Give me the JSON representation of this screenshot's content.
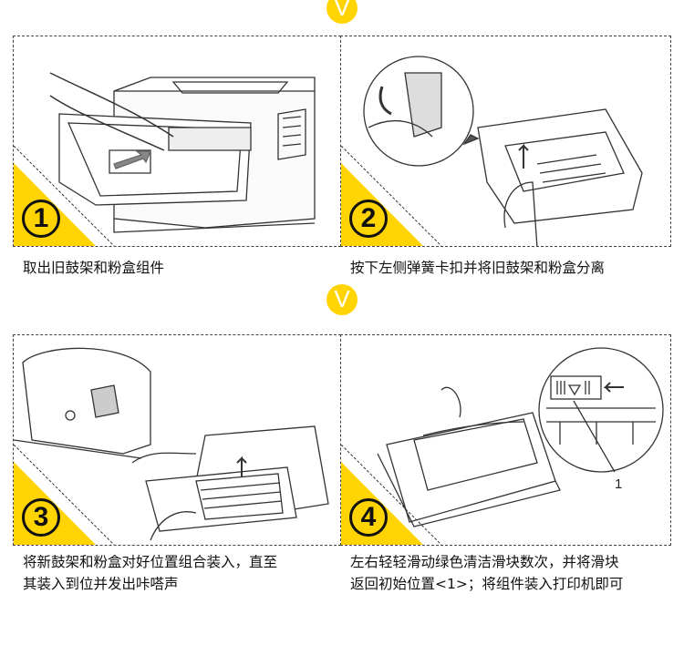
{
  "badges": [
    "V",
    "V"
  ],
  "steps": [
    {
      "number": "1",
      "caption_lines": [
        "取出旧鼓架和粉盒组件"
      ]
    },
    {
      "number": "2",
      "caption_lines": [
        "按下左侧弹簧卡扣并将旧鼓架和粉盒分离"
      ]
    },
    {
      "number": "3",
      "caption_lines": [
        "将新鼓架和粉盒对好位置组合装入，直至",
        "其装入到位并发出咔嗒声"
      ]
    },
    {
      "number": "4",
      "caption_lines": [
        "左右轻轻滑动绿色清洁滑块数次，并将滑块",
        "返回初始位置<1>；将组件装入打印机即可"
      ],
      "callout_label": "1"
    }
  ],
  "colors": {
    "accent": "#ffd400",
    "border": "#444444",
    "text": "#111111"
  }
}
